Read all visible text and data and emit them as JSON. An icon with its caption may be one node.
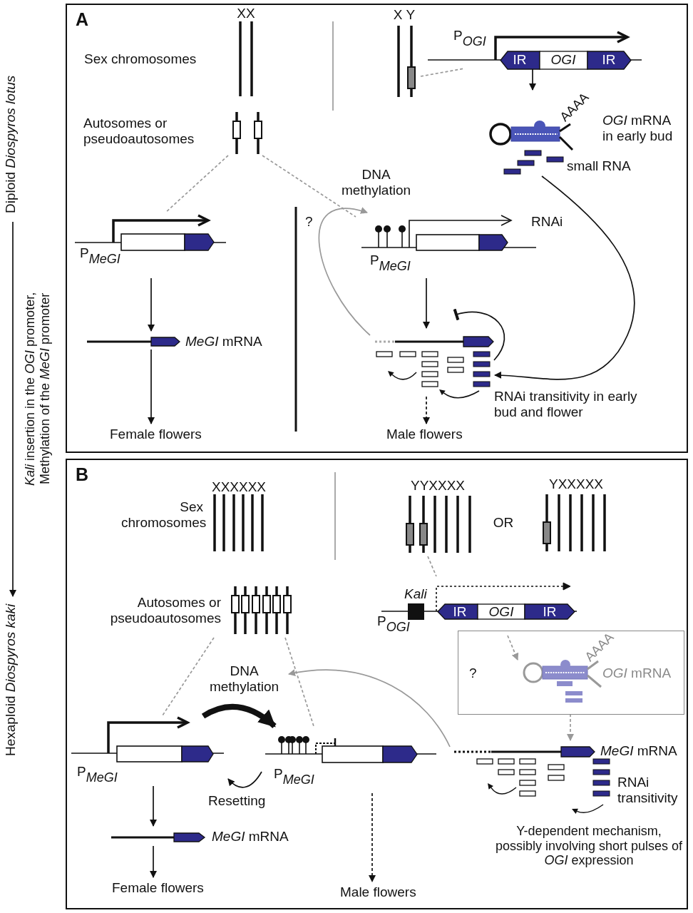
{
  "diagram": {
    "nodes": [
      {
        "text": [
          "Diploid *Diospyros lotus*"
        ]
      },
      {
        "text": [
          "Hexaploid *Diospyros kaki*"
        ]
      },
      {
        "text": [
          "A"
        ]
      },
      {
        "text": [
          "X Y"
        ],
        "in": 2
      },
      {
        "text": [
          "P$_{OGI}$",
          "IR",
          "OGI",
          "IR"
        ],
        "in": 2
      },
      {
        "text": [
          "AAAA",
          "*OGI* mRNA in early bud"
        ],
        "in": 2
      },
      {
        "text": [
          "small RNA"
        ],
        "in": 2
      },
      {
        "text": [
          "Autosomes or pseudoautosomes"
        ],
        "in": 2
      },
      {
        "text": [
          "P$_{MeGI}$"
        ],
        "in": 2
      },
      {
        "text": [
          "P$_{MeGI}$"
        ],
        "in": 2
      },
      {
        "text": [
          "*MeGI* mRNA"
        ],
        "in": 2
      },
      {
        "text": [],
        "shape": "bar",
        "in": 2
      },
      {
        "text": [
          "Female flowers"
        ],
        "in": 2
      },
      {
        "text": [
          "Male flowers"
        ],
        "in": 2
      },
      {
        "text": [
          "B"
        ]
      },
      {
        "text": [
          "YYXXXX"
        ],
        "in": 14
      },
      {
        "text": [
          "Autosomes or pseudoautosomes"
        ],
        "in": 14
      },
      {
        "text": [
          "Kali",
          "P$_{OGI}$",
          "IR",
          "OGI",
          "IR"
        ],
        "in": 14
      },
      {
        "text": [
          "?"
        ],
        "in": 14
      },
      {
        "text": [
          "AAAA",
          "*OGI* mRNA"
        ],
        "in": 18
      },
      {
        "text": [
          "P$_{MeGI}$"
        ],
        "in": 14
      },
      {
        "text": [
          "P$_{MeGI}$"
        ],
        "in": 14
      },
      {
        "text": [
          "*MeGI* mRNA",
          "RNAi transitivity"
        ],
        "in": 14
      },
      {
        "text": [
          "*MeGI* mRNA"
        ],
        "in": 14
      },
      {
        "text": [
          "Female flowers"
        ],
        "in": 14
      },
      {
        "text": [
          "Male flowers"
        ],
        "in": 14
      }
    ],
    "edges": [
      {
        "from": 0,
        "to": 1,
        "arrow": "to",
        "label": "*Kali* insertion in the *OGI* promoter, Methylation of the *MeGI* promoter"
      },
      {
        "from": 3,
        "to": 4,
        "arrow": "none",
        "style": "dashed",
        "color": "#999999"
      },
      {
        "from": 4,
        "to": 5,
        "arrow": "to"
      },
      {
        "from": 6,
        "to": 11,
        "arrow": "to",
        "label": "RNAi"
      },
      {
        "from": 7,
        "to": 8,
        "arrow": "none",
        "style": "dashed",
        "color": "#999999"
      },
      {
        "from": 7,
        "to": 9,
        "arrow": "none",
        "style": "dashed",
        "color": "#999999"
      },
      {
        "from": 11,
        "to": 9,
        "arrow": "to",
        "label": "DNA methylation",
        "color": "#999999"
      },
      {
        "from": 8,
        "to": 10,
        "arrow": "to"
      },
      {
        "from": 10,
        "to": 12,
        "arrow": "to"
      },
      {
        "from": 9,
        "to": 11,
        "arrow": "to"
      },
      {
        "from": 11,
        "to": 13,
        "arrow": "to",
        "style": "dashed"
      },
      {
        "from": 11,
        "to": null,
        "arrow": "other"
      },
      {
        "from": 15,
        "to": 17,
        "arrow": "none",
        "style": "dashed",
        "color": "#999999"
      },
      {
        "from": 16,
        "to": 20,
        "arrow": "none",
        "style": "dashed",
        "color": "#999999"
      },
      {
        "from": 16,
        "to": 21,
        "arrow": "none",
        "style": "dashed",
        "color": "#999999"
      },
      {
        "from": 17,
        "to": 19,
        "arrow": "to",
        "style": "dashed",
        "color": "#999999"
      },
      {
        "from": 18,
        "to": 22,
        "arrow": "to",
        "style": "dashed",
        "color": "#999999"
      },
      {
        "from": 20,
        "to": 21,
        "arrow": "to",
        "style": "thick",
        "label": "DNA methylation"
      },
      {
        "from": 21,
        "to": 20,
        "arrow": "to",
        "label": "Resetting"
      },
      {
        "from": 22,
        "to": null,
        "arrow": "to",
        "color": "#999999"
      },
      {
        "from": 20,
        "to": 23,
        "arrow": "to"
      },
      {
        "from": 23,
        "to": 24,
        "arrow": "to"
      },
      {
        "from": 21,
        "to": 25,
        "arrow": "to",
        "style": "dashed"
      }
    ],
    "labels": [
      "XX",
      "Sex chromosomes",
      "?",
      "RNAi transitivity in early bud and flower",
      "XXXXXX",
      "Sex chromosomes",
      "OR",
      "YXXXXX",
      "Y-dependent mechanism, possibly involving short pulses of *OGI* expression"
    ]
  }
}
